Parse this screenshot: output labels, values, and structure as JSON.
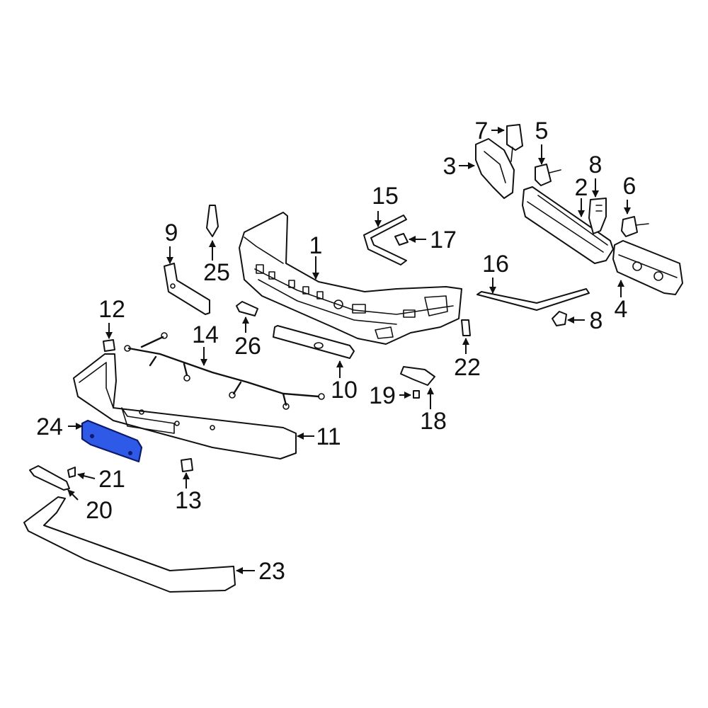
{
  "diagram": {
    "highlight_color": "#2f5ae8",
    "callouts": [
      {
        "id": "c1",
        "text": "1"
      },
      {
        "id": "c2",
        "text": "2"
      },
      {
        "id": "c3",
        "text": "3"
      },
      {
        "id": "c4",
        "text": "4"
      },
      {
        "id": "c5",
        "text": "5"
      },
      {
        "id": "c6",
        "text": "6"
      },
      {
        "id": "c7",
        "text": "7"
      },
      {
        "id": "c8a",
        "text": "8"
      },
      {
        "id": "c8b",
        "text": "8"
      },
      {
        "id": "c9",
        "text": "9"
      },
      {
        "id": "c10",
        "text": "10"
      },
      {
        "id": "c11",
        "text": "11"
      },
      {
        "id": "c12",
        "text": "12"
      },
      {
        "id": "c13",
        "text": "13"
      },
      {
        "id": "c14",
        "text": "14"
      },
      {
        "id": "c15",
        "text": "15"
      },
      {
        "id": "c16",
        "text": "16"
      },
      {
        "id": "c17",
        "text": "17"
      },
      {
        "id": "c18",
        "text": "18"
      },
      {
        "id": "c19",
        "text": "19"
      },
      {
        "id": "c20",
        "text": "20"
      },
      {
        "id": "c21",
        "text": "21"
      },
      {
        "id": "c22",
        "text": "22"
      },
      {
        "id": "c23",
        "text": "23"
      },
      {
        "id": "c24",
        "text": "24"
      },
      {
        "id": "c25",
        "text": "25"
      },
      {
        "id": "c26",
        "text": "26"
      }
    ]
  }
}
